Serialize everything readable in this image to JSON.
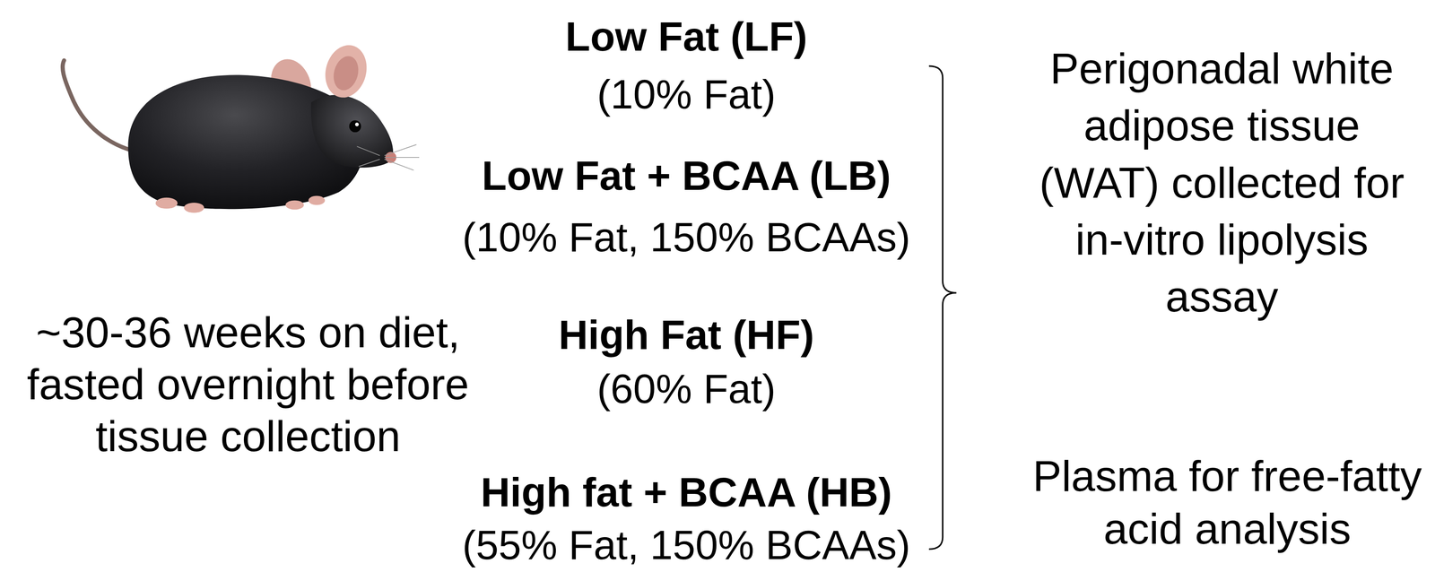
{
  "diagram": {
    "labels": [
      "Low Fat (LF)",
      "(10% Fat)",
      "Low Fat + BCAA (LB)",
      "(10% Fat, 150% BCAAs)",
      "High Fat (HF)",
      "(60% Fat)",
      "High fat + BCAA (HB)",
      "(55% Fat, 150% BCAAs)",
      "~30-36 weeks on diet, fasted overnight before tissue collection",
      "Perigonadal white adipose tissue (WAT) collected for in-vitro lipolysis assay",
      "Plasma for free-fatty acid analysis"
    ]
  }
}
